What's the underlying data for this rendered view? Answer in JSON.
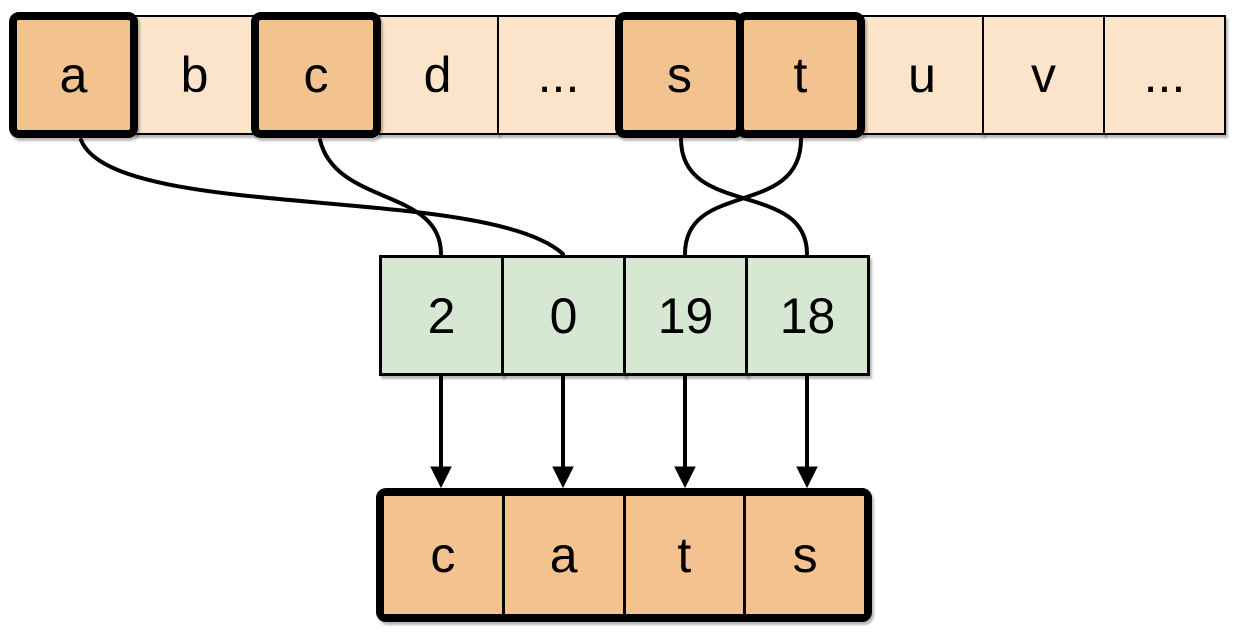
{
  "diagram": {
    "description_visible_word": "cats",
    "alphabet_row": {
      "cells": [
        {
          "label": "a",
          "highlighted": true
        },
        {
          "label": "b",
          "highlighted": false
        },
        {
          "label": "c",
          "highlighted": true
        },
        {
          "label": "d",
          "highlighted": false
        },
        {
          "label": "...",
          "highlighted": false
        },
        {
          "label": "s",
          "highlighted": true
        },
        {
          "label": "t",
          "highlighted": true
        },
        {
          "label": "u",
          "highlighted": false
        },
        {
          "label": "v",
          "highlighted": false
        },
        {
          "label": "...",
          "highlighted": false
        }
      ]
    },
    "index_row": {
      "cells": [
        {
          "label": "2"
        },
        {
          "label": "0"
        },
        {
          "label": "19"
        },
        {
          "label": "18"
        }
      ]
    },
    "word_row": {
      "cells": [
        {
          "label": "c"
        },
        {
          "label": "a"
        },
        {
          "label": "t"
        },
        {
          "label": "s"
        }
      ]
    },
    "connections": [
      {
        "from": "c",
        "to": "2"
      },
      {
        "from": "a",
        "to": "0"
      },
      {
        "from": "t",
        "to": "19"
      },
      {
        "from": "s",
        "to": "18"
      }
    ],
    "colors": {
      "cell_light_fill": "#fbe4ca",
      "cell_highlight_fill": "#f2c28f",
      "index_cell_fill": "#d7e8d2",
      "word_cell_fill": "#f3c28e",
      "stroke": "#000000",
      "background": "#ffffff"
    }
  }
}
